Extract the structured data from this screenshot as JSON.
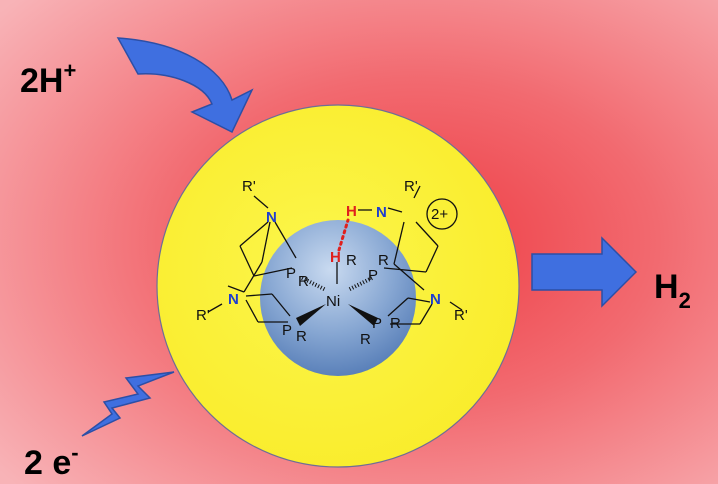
{
  "background": {
    "edge_color": "#f7a9ad",
    "center_color": "#f0464b"
  },
  "inputs": {
    "protons_label": "2H",
    "protons_sup": "+",
    "electrons_label": "2 e",
    "electrons_sup": "-"
  },
  "output": {
    "product_label": "H",
    "product_sub": "2"
  },
  "catalyst": {
    "outer_sphere_color": "#fbf23c",
    "inner_sphere_color": "#6f96c6",
    "arrow_color": "#3f6fe0",
    "metal": "Ni",
    "charge": "2+",
    "atoms": {
      "p_label": "P",
      "r_label": "R",
      "rprime_label": "R'",
      "n_label": "N",
      "h_label": "H"
    }
  }
}
